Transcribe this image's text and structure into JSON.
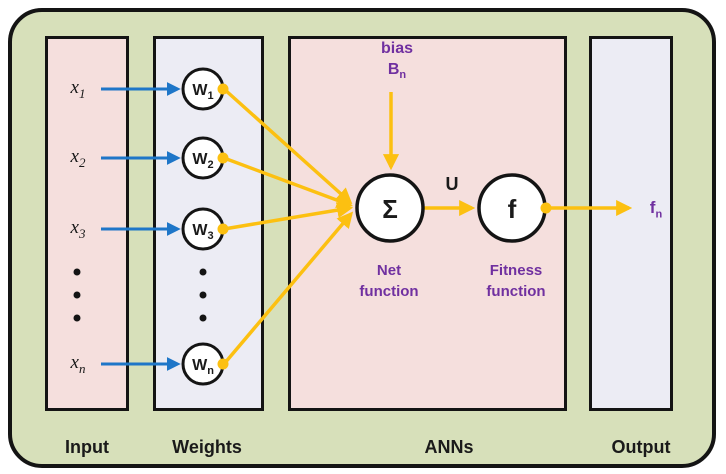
{
  "colors": {
    "frame_green": "#d7e0ba",
    "panel_pink": "#f5dfdd",
    "panel_lavender": "#ececf4",
    "line_black": "#141414",
    "arrow_blue": "#1e76c8",
    "arrow_yellow": "#fcc011",
    "text_purple": "#7030a0",
    "text_black": "#1a1a1a",
    "node_fill": "#ffffff"
  },
  "panels": {
    "input": {
      "label": "Input"
    },
    "weights": {
      "label": "Weights"
    },
    "anns": {
      "label": "ANNs"
    },
    "output": {
      "label": "Output"
    }
  },
  "inputs": [
    {
      "base": "x",
      "sub": "1"
    },
    {
      "base": "x",
      "sub": "2"
    },
    {
      "base": "x",
      "sub": "3"
    },
    {
      "base": "x",
      "sub": "n"
    }
  ],
  "weight_nodes": [
    {
      "base": "W",
      "sub": "1"
    },
    {
      "base": "W",
      "sub": "2"
    },
    {
      "base": "W",
      "sub": "3"
    },
    {
      "base": "W",
      "sub": "n"
    }
  ],
  "ann": {
    "bias_label": "bias",
    "bias_base": "B",
    "bias_sub": "n",
    "sum_symbol": "Σ",
    "sum_caption_line1": "Net",
    "sum_caption_line2": "function",
    "u_label": "U",
    "f_symbol": "f",
    "f_caption_line1": "Fitness",
    "f_caption_line2": "function"
  },
  "output_label": {
    "base": "f",
    "sub": "n"
  }
}
